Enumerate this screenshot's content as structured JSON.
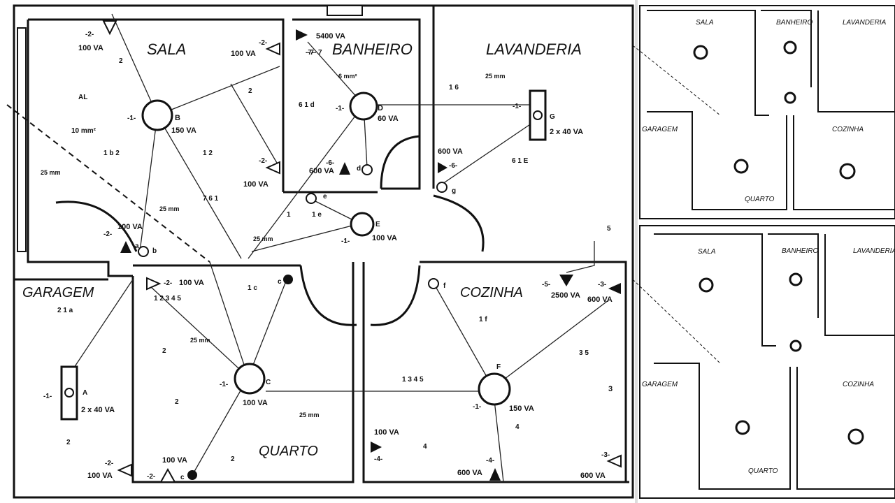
{
  "rooms": {
    "sala": "SALA",
    "banheiro": "BANHEIRO",
    "lavanderia": "LAVANDERIA",
    "garagem": "GARAGEM",
    "quarto": "QUARTO",
    "cozinha": "COZINHA"
  },
  "lamps": {
    "b": {
      "letter": "B",
      "power": "150 VA",
      "circuit": "-1-"
    },
    "d": {
      "letter": "D",
      "power": "60 VA",
      "circuit": "-1-"
    },
    "e": {
      "letter": "E",
      "power": "100 VA",
      "circuit": "-1-"
    },
    "c": {
      "letter": "C",
      "power": "100 VA",
      "circuit": "-1-"
    },
    "f": {
      "letter": "F",
      "power": "150 VA",
      "circuit": "-1-"
    },
    "a": {
      "letter": "A",
      "power": "2 x 40 VA",
      "circuit": "-1-"
    },
    "g": {
      "letter": "G",
      "power": "2 x 40 VA",
      "circuit": "-1-"
    }
  },
  "outlets": {
    "sala_top": {
      "circuit": "-2-",
      "power": "100 VA"
    },
    "sala_right1": {
      "circuit": "-2-",
      "power": "100 VA"
    },
    "sala_right2": {
      "circuit": "-2-",
      "power": "100 VA"
    },
    "sala_bottom": {
      "circuit": "-2-",
      "power": "100 VA"
    },
    "banheiro_shower": {
      "circuit": "-7-",
      "power": "5400 VA"
    },
    "banheiro_sink": {
      "circuit": "-6-",
      "power": "600 VA"
    },
    "lavanderia": {
      "circuit": "-6-",
      "power": "600 VA"
    },
    "quarto_top": {
      "circuit": "-2-",
      "power": "100 VA"
    },
    "quarto_bottom": {
      "circuit": "-2-",
      "power": "100 VA"
    },
    "garagem": {
      "circuit": "-2-",
      "power": "100 VA"
    },
    "cozinha_stove": {
      "circuit": "-5-",
      "power": "2500 VA"
    },
    "cozinha_right_top": {
      "circuit": "-3-",
      "power": "600 VA"
    },
    "cozinha_right_bottom": {
      "circuit": "-3-",
      "power": "600 VA"
    },
    "cozinha_left": {
      "circuit": "-4-",
      "power": "100 VA"
    },
    "cozinha_bottom": {
      "circuit": "-4-",
      "power": "600 VA"
    }
  },
  "wire_labels": {
    "al": "AL",
    "main_section": "10 mm²",
    "section": "25 mm",
    "shower_section": "6 mm²"
  },
  "conduit_tags": {
    "sala_1": "2",
    "sala_2": "2",
    "sala_3": "1 b 2",
    "sala_4": "1 2",
    "sala_5": "7 6 1",
    "sala_6": "1",
    "sala_7": "1 e",
    "banh_1": "-7- 7",
    "banh_2": "6 1 d",
    "lav_1": "1 6",
    "lav_2": "6 1 E",
    "lav_3": "-6-",
    "gar_1": "2 1 a",
    "gar_2": "2",
    "quarto_1": "1 2 3 4 5",
    "quarto_2": "1 c",
    "quarto_3": "2",
    "quarto_4": "2",
    "quarto_5": "2",
    "coz_1": "1 f",
    "coz_2": "1 3 4 5",
    "coz_3": "3 5",
    "coz_4": "4",
    "coz_5": "4",
    "coz_6": "5",
    "coz_7": "3"
  },
  "switch_letters": {
    "a": "a",
    "b": "b",
    "c": "c",
    "d": "d",
    "e": "e",
    "f": "f",
    "g": "g"
  }
}
